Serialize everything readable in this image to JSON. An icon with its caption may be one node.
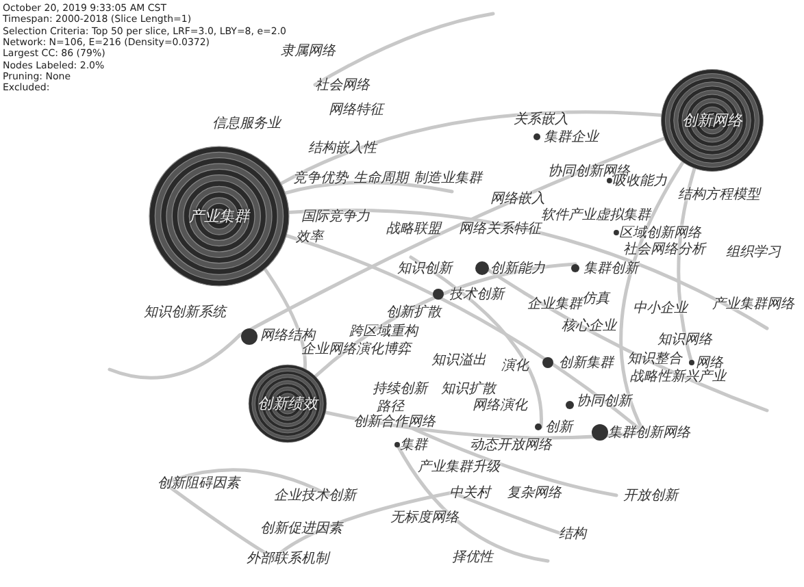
{
  "diagram": {
    "nodes": [
      {
        "text": [
          "产业集群"
        ]
      },
      {
        "text": [
          "创新网络"
        ]
      },
      {
        "text": [
          "创新绩效"
        ]
      }
    ],
    "labels": [
      "October 20, 2019 9:33:05 AM CST",
      "Timespan: 2000-2018 (Slice Length=1)",
      "Selection Criteria: Top 50 per slice, LRF=3.0, LBY=8, e=2.0",
      "Network: N=106, E=216 (Density=0.0372)",
      "Largest CC: 86 (79%)",
      "Nodes Labeled: 2.0%",
      "Pruning: None",
      "Excluded:",
      "隶属网络",
      "社会网络",
      "关系嵌入",
      "网络特征",
      "集群企业",
      "信息服务业",
      "结构嵌入性",
      "协同创新网络",
      "竞争优势",
      "生命周期",
      "制造业集群",
      "吸收能力",
      "网络嵌入",
      "结构方程模型",
      "国际竞争力",
      "软件产业虚拟集群",
      "效率",
      "战略联盟",
      "网络关系特征",
      "区域创新网络",
      "社会网络分析",
      "组织学习",
      "知识创新",
      "创新能力",
      "集群创新",
      "技术创新",
      "企业集群",
      "仿真",
      "中小企业",
      "产业集群网络",
      "知识创新系统",
      "创新扩散",
      "网络结构",
      "跨区域重构",
      "核心企业",
      "企业网络演化博弈",
      "知识网络",
      "知识溢出",
      "演化",
      "创新集群",
      "知识整合",
      "网络",
      "战略性新兴产业",
      "持续创新",
      "知识扩散",
      "路径",
      "网络演化",
      "协同创新",
      "创新合作网络",
      "创新",
      "集群创新网络",
      "集群",
      "动态开放网络",
      "产业集群升级",
      "创新阻碍因素",
      "企业技术创新",
      "中关村",
      "复杂网络",
      "开放创新",
      "无标度网络",
      "创新促进因素",
      "结构",
      "外部联系机制",
      "择优性"
    ]
  }
}
